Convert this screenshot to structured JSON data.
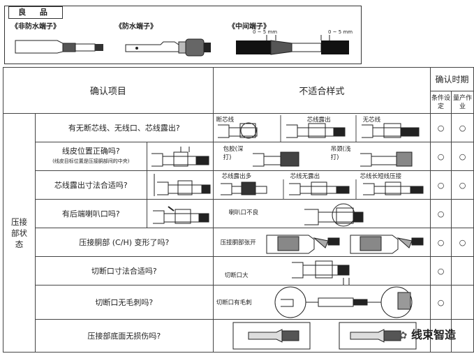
{
  "good": {
    "tag": "良 品",
    "caption_non_waterproof": "《非防水端子》",
    "caption_waterproof": "《防水端子》",
    "caption_middle": "《中间端子》",
    "dim_left": "0 ~ 5 mm",
    "dim_right": "0 ~ 5 mm"
  },
  "header": {
    "confirm_item": "确认项目",
    "unsuitable": "不适合样式",
    "confirm_time": "确认时期",
    "cond_setting": "条件设定",
    "mass_production": "量产作业"
  },
  "group_label": "压接部状态",
  "rows": [
    {
      "question": "有无断芯线、无线口、芯线露出?",
      "sub": "",
      "labels": [
        "断芯线",
        "芯线露出",
        "无芯线"
      ],
      "c1": "○",
      "c2": "○"
    },
    {
      "question": "线皮位置正确吗?",
      "sub": "(线皮目标位置是压接胴部间的中央)",
      "labels": [
        "包胶(深打)",
        "吊颈(浅打)"
      ],
      "c1": "○",
      "c2": "○"
    },
    {
      "question": "芯线露出寸法合适吗?",
      "sub": "",
      "labels": [
        "芯线露出多",
        "芯线无露出",
        "芯线长短线压接"
      ],
      "c1": "○",
      "c2": "○"
    },
    {
      "question": "有后端喇叭口吗?",
      "sub": "",
      "labels": [
        "喇叭口不良"
      ],
      "c1": "○",
      "c2": ""
    },
    {
      "question": "压接胴部 (C/H) 变形了吗?",
      "sub": "",
      "labels": [
        "压接胴部张开"
      ],
      "c1": "○",
      "c2": "○"
    },
    {
      "question": "切断口寸法合适吗?",
      "sub": "",
      "labels": [
        "切断口大"
      ],
      "c1": "○",
      "c2": ""
    },
    {
      "question": "切断口无毛刺吗?",
      "sub": "",
      "labels": [
        "切断口有毛刺"
      ],
      "c1": "○",
      "c2": ""
    },
    {
      "question": "压接部底面无损伤吗?",
      "sub": "",
      "labels": [],
      "c1": "○",
      "c2": ""
    }
  ],
  "watermark": "线束智造"
}
